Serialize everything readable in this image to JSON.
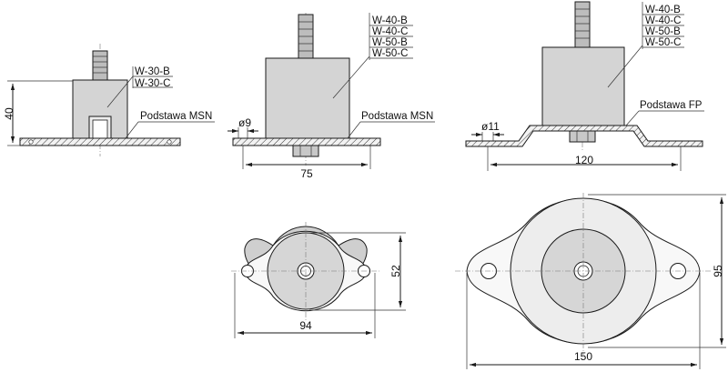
{
  "mount_small": {
    "model_labels": [
      "W-30-B",
      "W-30-C"
    ],
    "base_label": "Podstawa MSN",
    "height_dim": "40"
  },
  "mount_medium": {
    "model_labels": [
      "W-40-B",
      "W-40-C",
      "W-50-B",
      "W-50-C"
    ],
    "base_label": "Podstawa MSN",
    "hole_dim": "ø9",
    "spacing_dim": "75"
  },
  "mount_large": {
    "model_labels": [
      "W-40-B",
      "W-40-C",
      "W-50-B",
      "W-50-C"
    ],
    "base_label": "Podstawa FP",
    "hole_dim": "ø11",
    "spacing_dim": "120"
  },
  "top_view_small": {
    "width_dim": "94",
    "height_dim": "52"
  },
  "top_view_large": {
    "width_dim": "150",
    "height_dim": "95"
  }
}
